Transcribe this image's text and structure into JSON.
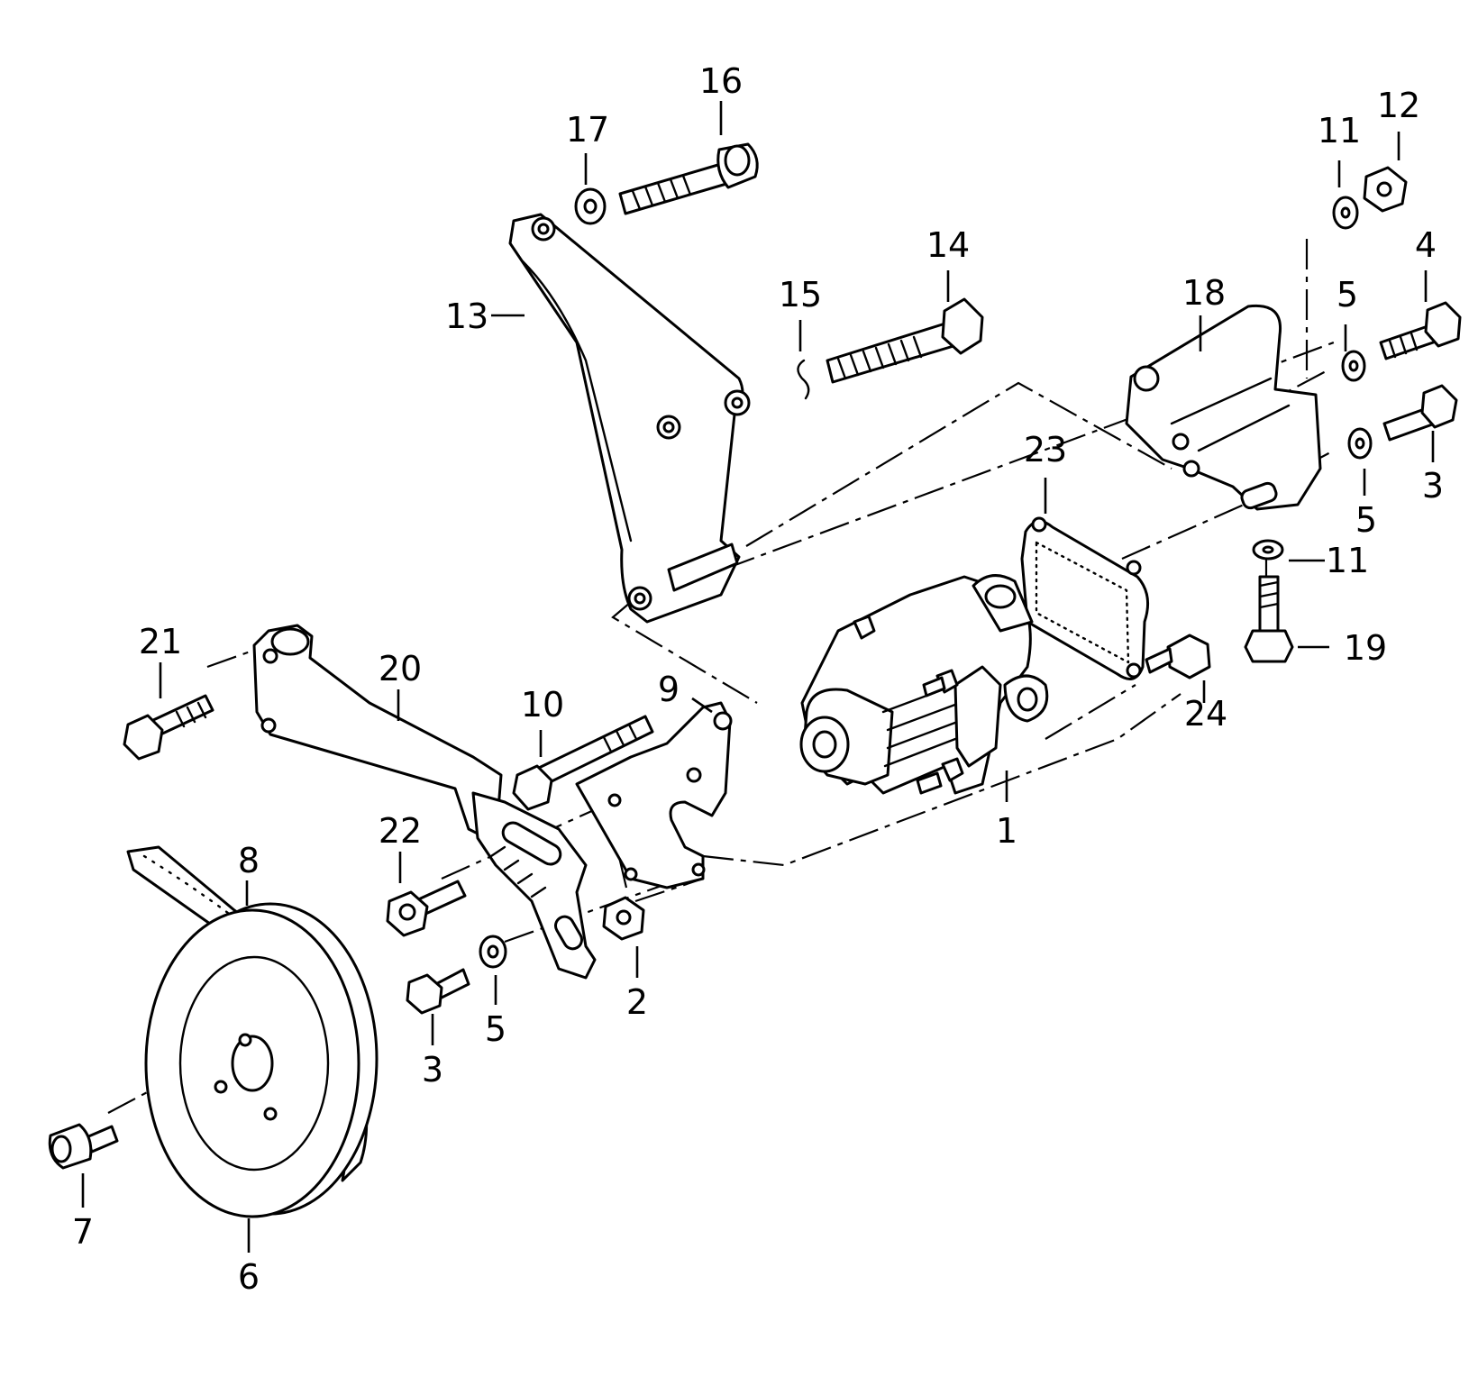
{
  "diagram": {
    "background": "#ffffff",
    "line_color": "#000000",
    "callouts": [
      {
        "id": "c1",
        "label": "1"
      },
      {
        "id": "c2",
        "label": "2"
      },
      {
        "id": "c3a",
        "label": "3"
      },
      {
        "id": "c3b",
        "label": "3"
      },
      {
        "id": "c4",
        "label": "4"
      },
      {
        "id": "c5a",
        "label": "5"
      },
      {
        "id": "c5b",
        "label": "5"
      },
      {
        "id": "c5c",
        "label": "5"
      },
      {
        "id": "c6",
        "label": "6"
      },
      {
        "id": "c7",
        "label": "7"
      },
      {
        "id": "c8",
        "label": "8"
      },
      {
        "id": "c9",
        "label": "9"
      },
      {
        "id": "c10",
        "label": "10"
      },
      {
        "id": "c11a",
        "label": "11"
      },
      {
        "id": "c11b",
        "label": "11"
      },
      {
        "id": "c12",
        "label": "12"
      },
      {
        "id": "c13",
        "label": "13"
      },
      {
        "id": "c14",
        "label": "14"
      },
      {
        "id": "c15",
        "label": "15"
      },
      {
        "id": "c16",
        "label": "16"
      },
      {
        "id": "c17",
        "label": "17"
      },
      {
        "id": "c18",
        "label": "18"
      },
      {
        "id": "c19",
        "label": "19"
      },
      {
        "id": "c20",
        "label": "20"
      },
      {
        "id": "c21",
        "label": "21"
      },
      {
        "id": "c22",
        "label": "22"
      },
      {
        "id": "c23",
        "label": "23"
      },
      {
        "id": "c24",
        "label": "24"
      }
    ]
  }
}
